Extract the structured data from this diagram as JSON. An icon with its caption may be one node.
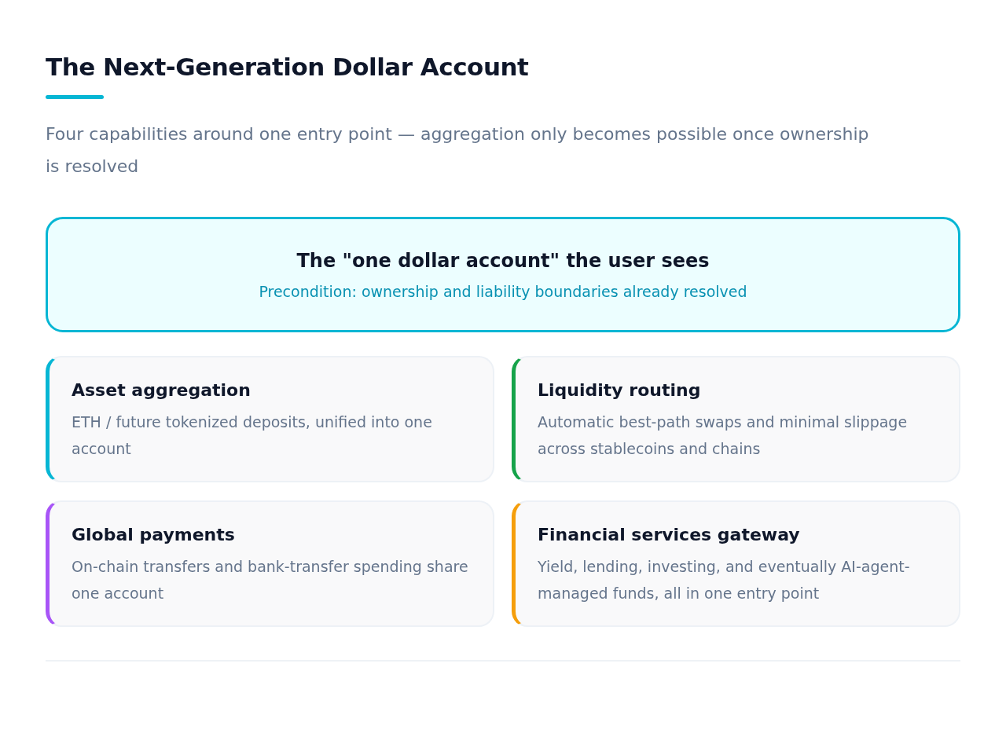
{
  "diagram": {
    "title": "The Next-Generation Dollar Account",
    "nodes": [
      {
        "text": [
          "The \"one dollar account\" the user sees",
          "Precondition: ownership and liability boundaries already resolved"
        ]
      },
      {
        "text": [
          "Asset aggregation",
          "ETH / future tokenized deposits, unified into one account"
        ]
      },
      {
        "text": [
          "Liquidity routing",
          "Automatic best-path swaps and minimal slippage across stablecoins and chains"
        ]
      },
      {
        "text": [
          "Global payments",
          "On-chain transfers and bank-transfer spending share one account"
        ]
      },
      {
        "text": [
          "Financial services gateway",
          "Yield, lending, investing, and eventually AI-agent-managed funds, all in one entry point"
        ]
      }
    ],
    "labels": [
      "Four capabilities around one entry point — aggregation only becomes possible once ownership is resolved"
    ]
  }
}
